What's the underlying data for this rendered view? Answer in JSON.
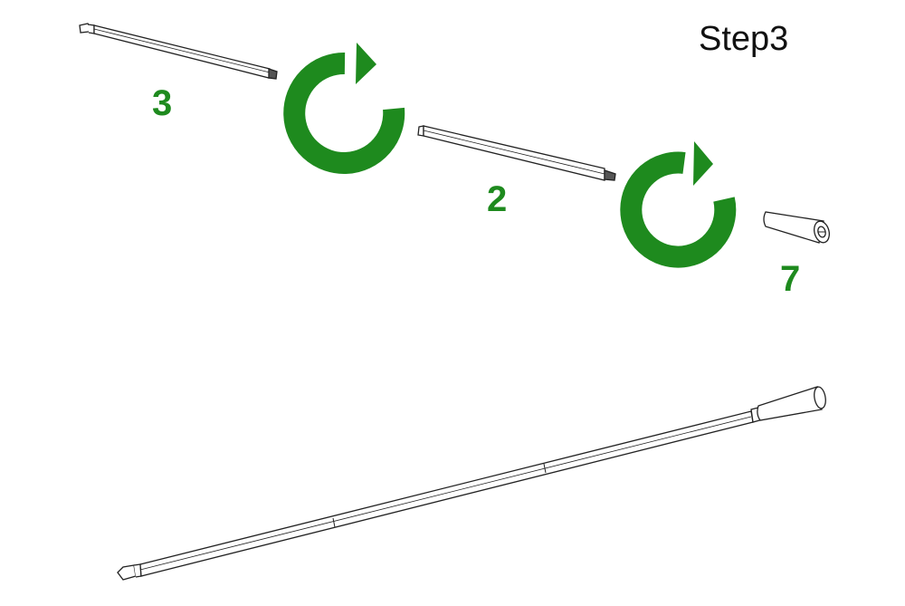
{
  "title": "Step3",
  "parts": [
    {
      "number": "3",
      "item": "rod-segment"
    },
    {
      "number": "2",
      "item": "rod-segment"
    },
    {
      "number": "7",
      "item": "handle-grip"
    }
  ],
  "colors": {
    "accent": "#1e8a1e",
    "line": "#222222"
  },
  "icons": [
    "rotate-clockwise-icon",
    "rotate-clockwise-icon"
  ]
}
